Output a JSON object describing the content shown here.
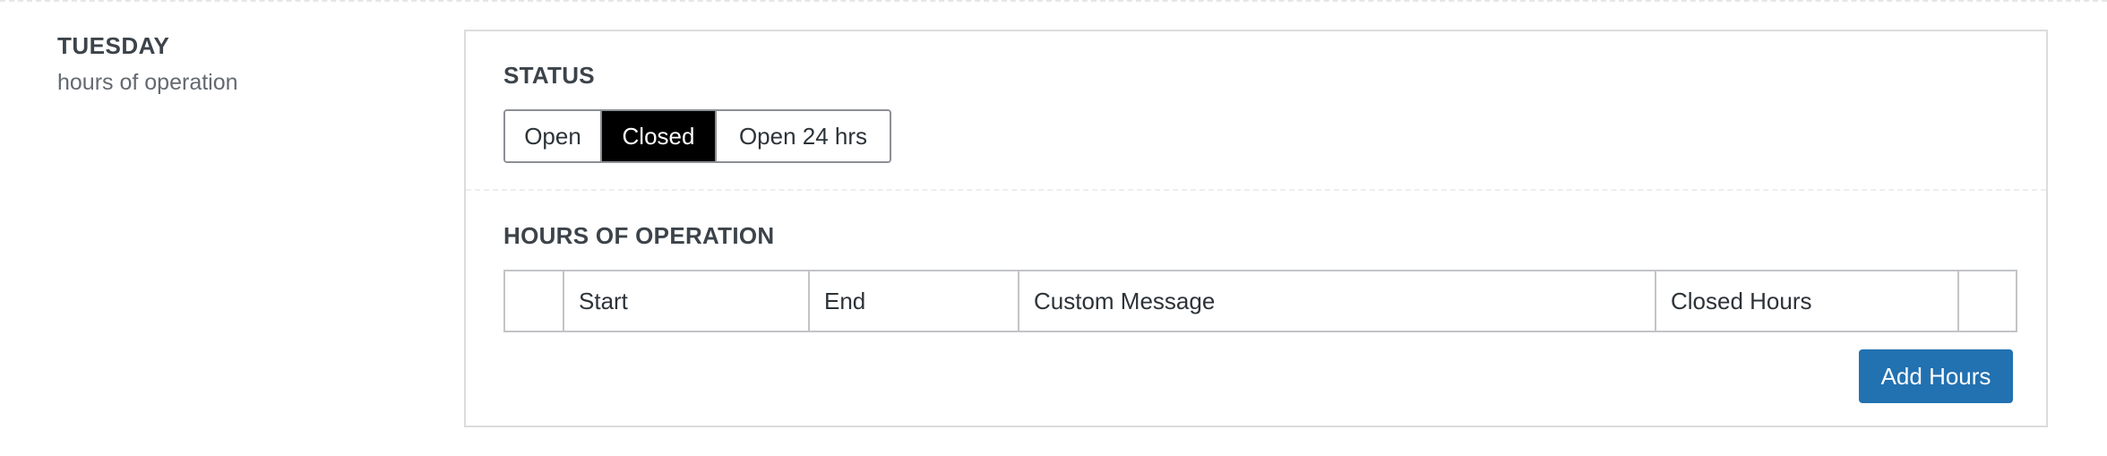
{
  "day": {
    "name": "TUESDAY",
    "subtitle": "hours of operation"
  },
  "status": {
    "title": "STATUS",
    "options": [
      "Open",
      "Closed",
      "Open 24 hrs"
    ],
    "selected": "Closed"
  },
  "hours": {
    "title": "HOURS OF OPERATION",
    "columns": [
      "",
      "Start",
      "End",
      "Custom Message",
      "Closed Hours",
      ""
    ],
    "rows": []
  },
  "actions": {
    "add_hours_label": "Add Hours"
  },
  "colors": {
    "accent": "#2271b1",
    "selected_bg": "#000000",
    "border": "#c3c4c7"
  }
}
